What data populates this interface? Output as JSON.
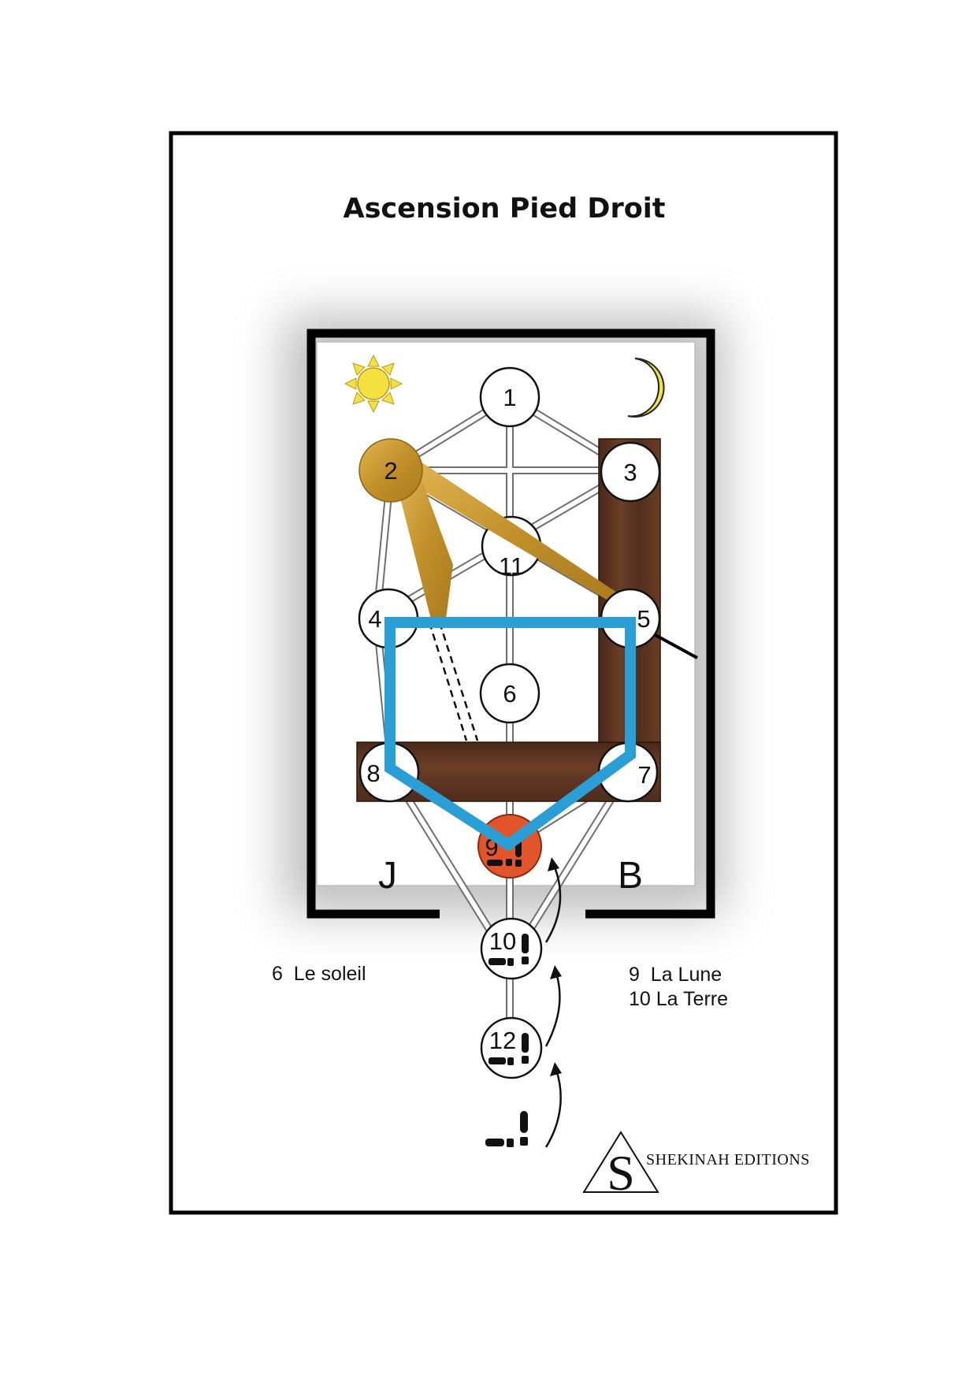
{
  "title": "Ascension Pied Droit",
  "nodes": {
    "n1": "1",
    "n2": "2",
    "n3": "3",
    "n4": "4",
    "n5": "5",
    "n6": "6",
    "n7": "7",
    "n8": "8",
    "n9": "9",
    "n10": "10",
    "n11": "11",
    "n12": "12"
  },
  "pillars": {
    "left": "J",
    "right": "B"
  },
  "legend": {
    "left": "6  Le soleil",
    "right_line1": "9  La Lune",
    "right_line2": "10 La Terre"
  },
  "brand": {
    "logo_letter": "S",
    "name": "SHEKINAH EDITIONS"
  },
  "colors": {
    "frame": "#000000",
    "wood": "#5a3320",
    "gold": "#c99a2e",
    "blue_path": "#2a9fd6",
    "node_9": "#e2542a",
    "sun": "#f5e042",
    "moon": "#f3e43c"
  },
  "icons": [
    "sun-icon",
    "moon-icon",
    "footprint-icon"
  ]
}
